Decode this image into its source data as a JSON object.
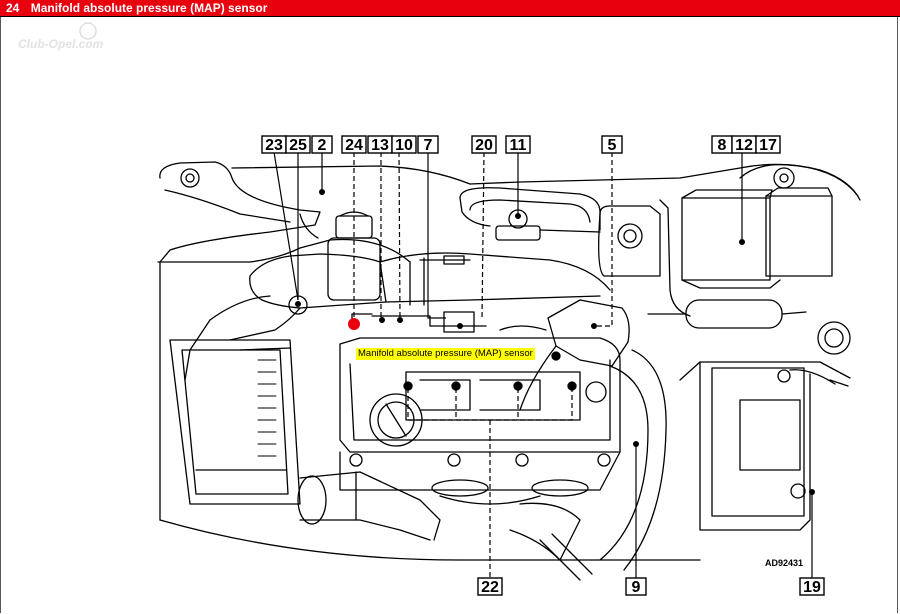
{
  "title": {
    "number": "24",
    "text": "Manifold absolute pressure (MAP) sensor"
  },
  "colors": {
    "title_bar": "#e8000e",
    "highlight": "#ffff00",
    "sensor_dot": "#e8000e"
  },
  "callouts": [
    "23",
    "25",
    "2",
    "24",
    "13",
    "10",
    "7",
    "20",
    "11",
    "5",
    "8",
    "12",
    "17",
    "22",
    "9",
    "19"
  ],
  "sensor_label": "Manifold absolute pressure (MAP) sensor",
  "reference_code": "AD92431",
  "watermark": "Club-Opel.com"
}
